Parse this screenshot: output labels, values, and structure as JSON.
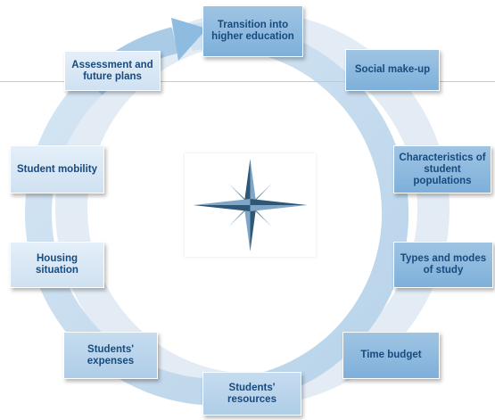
{
  "cycle": {
    "stages": [
      {
        "label": "Transition into higher education"
      },
      {
        "label": "Social make-up"
      },
      {
        "label": "Characteristics of student populations"
      },
      {
        "label": "Types and modes of study"
      },
      {
        "label": "Time budget"
      },
      {
        "label": "Students' resources"
      },
      {
        "label": "Students' expenses"
      },
      {
        "label": "Housing situation"
      },
      {
        "label": "Student mobility"
      },
      {
        "label": "Assessment and future plans"
      }
    ]
  },
  "colors": {
    "ring": "#c2d9ec",
    "ring_shadow": "#dce8f3",
    "text": "#174a7e",
    "compass_dark": "#2e5675",
    "compass_light": "#7fa6c6"
  },
  "center_icon": "compass-rose-icon"
}
